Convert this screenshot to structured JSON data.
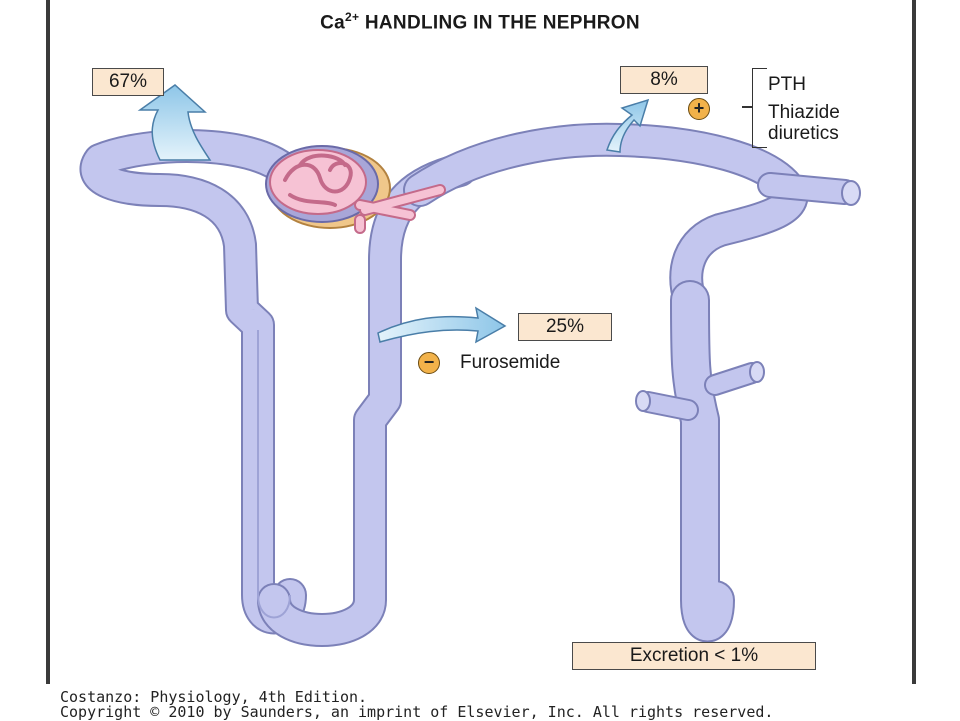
{
  "title": {
    "prefix": "Ca",
    "superscript": "2+",
    "rest": " HANDLING IN THE NEPHRON"
  },
  "reabsorption": {
    "proximal": "67%",
    "thick_ascending": "25%",
    "distal": "8%"
  },
  "regulators": {
    "inhibitor_sign": "−",
    "inhibitor": "Furosemide",
    "stimulator_sign": "+",
    "stimulator_1": "PTH",
    "stimulator_2_line1": "Thiazide",
    "stimulator_2_line2": "diuretics"
  },
  "excretion": "Excretion < 1%",
  "citation": {
    "line1": "Costanzo: Physiology, 4th Edition.",
    "line2": "Copyright © 2010 by Saunders, an imprint of Elsevier, Inc. All rights reserved."
  },
  "colors": {
    "tubule": "#c3c6ee",
    "tubule_outline": "#7c81b8",
    "arrow": "#a9d6ef",
    "box": "#fbe7d0",
    "badge": "#f2b24a",
    "glomerulus": "#f2a7c0"
  }
}
